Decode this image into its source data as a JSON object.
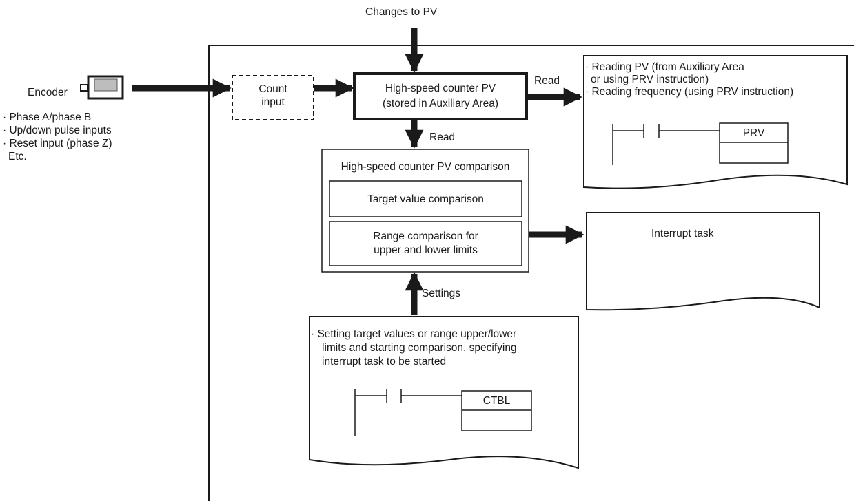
{
  "top_label": "Changes to PV",
  "encoder": {
    "title": "Encoder",
    "bullets": [
      "· Phase A/phase B",
      "· Up/down pulse inputs",
      "· Reset input (phase Z)",
      "Etc."
    ]
  },
  "count_input": {
    "line1": "Count",
    "line2": "input"
  },
  "pv_box": {
    "line1": "High-speed counter PV",
    "line2": "(stored in Auxiliary Area)"
  },
  "read_right": "Read",
  "read_down": "Read",
  "settings_label": "Settings",
  "read_note": {
    "line1": "· Reading PV (from Auxiliary Area",
    "line2": "or using PRV instruction)",
    "line3": "· Reading frequency (using PRV instruction)",
    "instruction": "PRV"
  },
  "comparison": {
    "title": "High-speed counter PV comparison",
    "target": "Target value comparison",
    "range_line1": "Range comparison for",
    "range_line2": "upper and lower limits"
  },
  "interrupt_task": "Interrupt task",
  "settings_note": {
    "line1": "· Setting target values or range upper/lower",
    "line2": "limits and starting comparison, specifying",
    "line3": "interrupt task to be started",
    "instruction": "CTBL"
  }
}
